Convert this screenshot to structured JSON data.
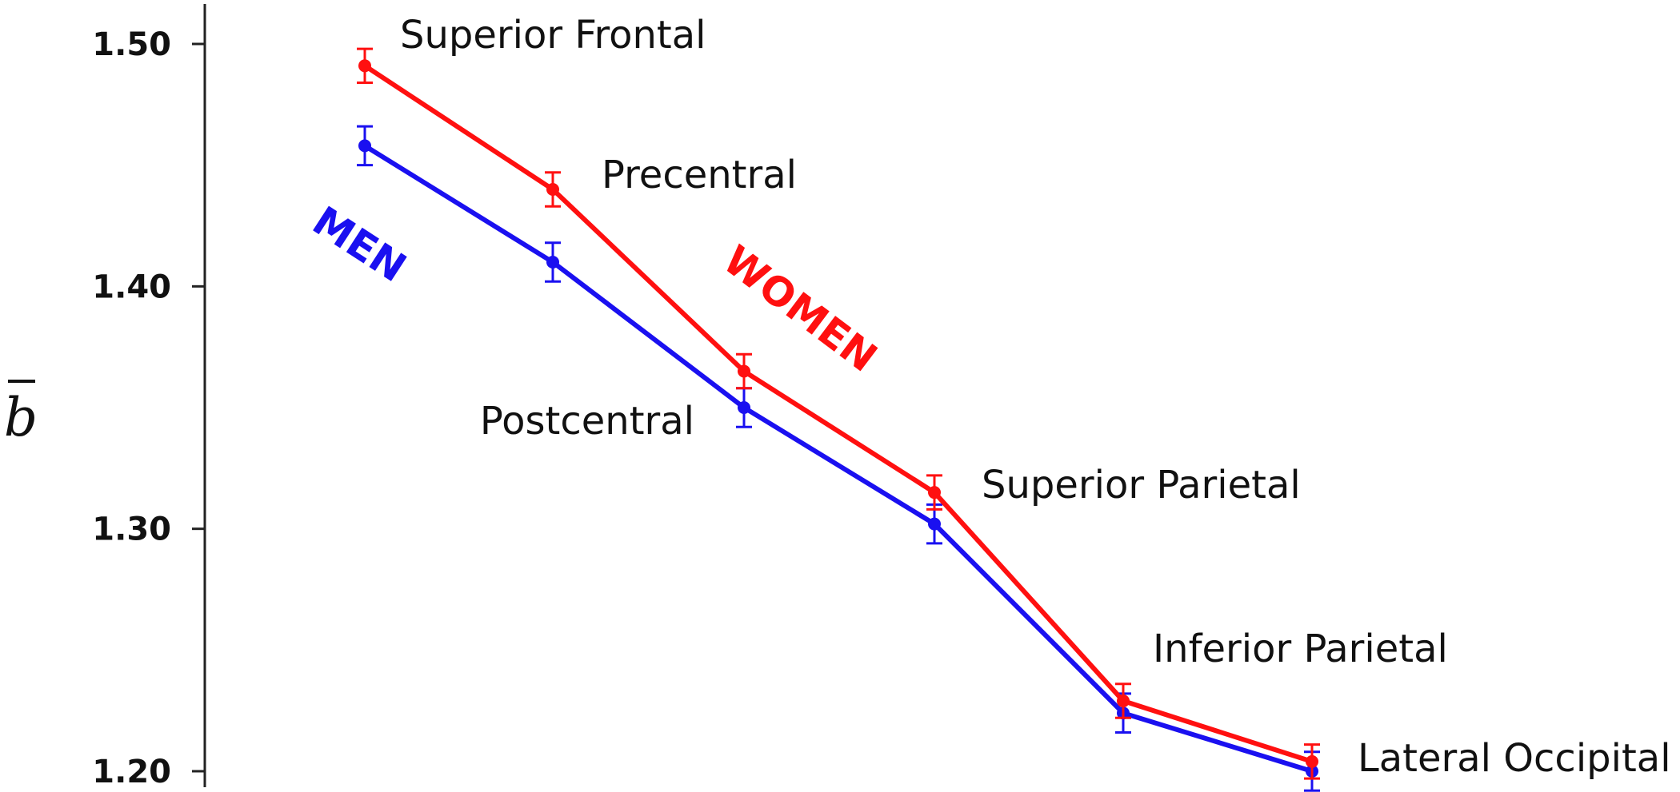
{
  "chart_data": {
    "type": "line",
    "categories": [
      "Superior Frontal",
      "Precentral",
      "Postcentral",
      "Superior Parietal",
      "Inferior Parietal",
      "Lateral Occipital"
    ],
    "series": [
      {
        "name": "WOMEN",
        "color": "#ff1010",
        "values": [
          1.491,
          1.44,
          1.365,
          1.315,
          1.229,
          1.204
        ],
        "error": [
          0.007,
          0.007,
          0.007,
          0.007,
          0.007,
          0.007
        ]
      },
      {
        "name": "MEN",
        "color": "#1a10f0",
        "values": [
          1.458,
          1.41,
          1.35,
          1.302,
          1.224,
          1.2
        ],
        "error": [
          0.008,
          0.008,
          0.008,
          0.008,
          0.008,
          0.008
        ]
      }
    ],
    "ylabel": "b",
    "ylabel_overline": true,
    "ylim": [
      1.195,
      1.51
    ],
    "yticks": [
      1.2,
      1.3,
      1.4,
      1.5
    ],
    "ytick_labels": [
      "1.20",
      "1.30",
      "1.40",
      "1.50"
    ],
    "grid": false,
    "legend": "inline labels along the lines"
  }
}
